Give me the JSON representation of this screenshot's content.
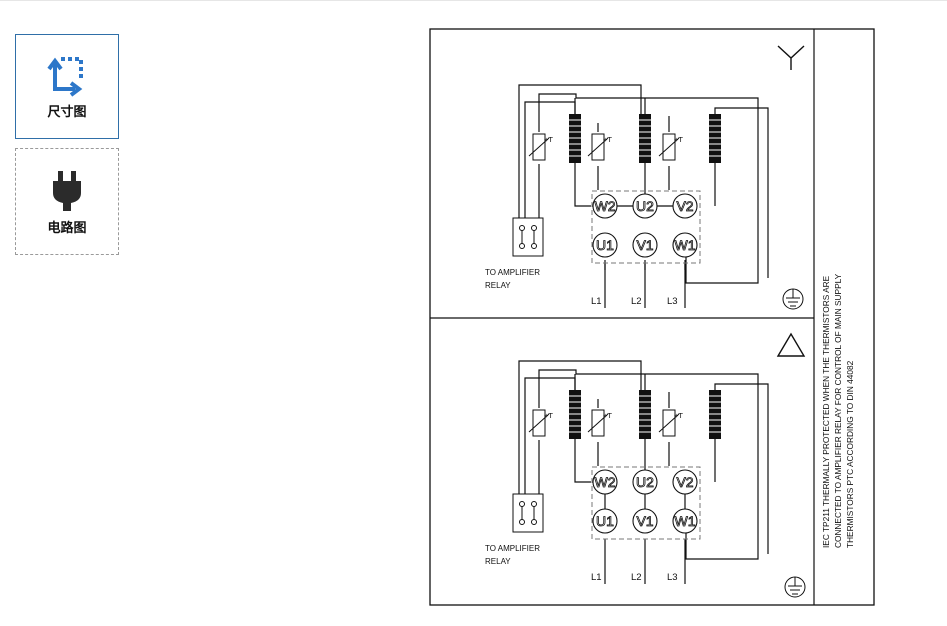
{
  "tabs": [
    {
      "label": "尺寸图",
      "icon": "dimension-icon"
    },
    {
      "label": "电路图",
      "icon": "plug-icon"
    }
  ],
  "diagram": {
    "note_lines": [
      "IEC TP211 THERMALLY PROTECTED WHEN THE THERMISTORS ARE",
      "CONNECTED TO AMPLIFIER RELAY FOR CONTROL OF MAIN SUPPLY",
      "THERMISTORS PTC ACCORDING TO DIN 44082"
    ],
    "panels": [
      {
        "connection": "star",
        "terminals_top": [
          "W2",
          "U2",
          "V2"
        ],
        "terminals_bottom": [
          "U1",
          "V1",
          "W1"
        ],
        "lines": [
          "L1",
          "L2",
          "L3"
        ],
        "thermistor_label": "+T",
        "relay_label_1": "TO AMPLIFIER",
        "relay_label_2": "RELAY"
      },
      {
        "connection": "delta",
        "terminals_top": [
          "W2",
          "U2",
          "V2"
        ],
        "terminals_bottom": [
          "U1",
          "V1",
          "W1"
        ],
        "lines": [
          "L1",
          "L2",
          "L3"
        ],
        "thermistor_label": "+T",
        "relay_label_1": "TO AMPLIFIER",
        "relay_label_2": "RELAY"
      }
    ]
  }
}
